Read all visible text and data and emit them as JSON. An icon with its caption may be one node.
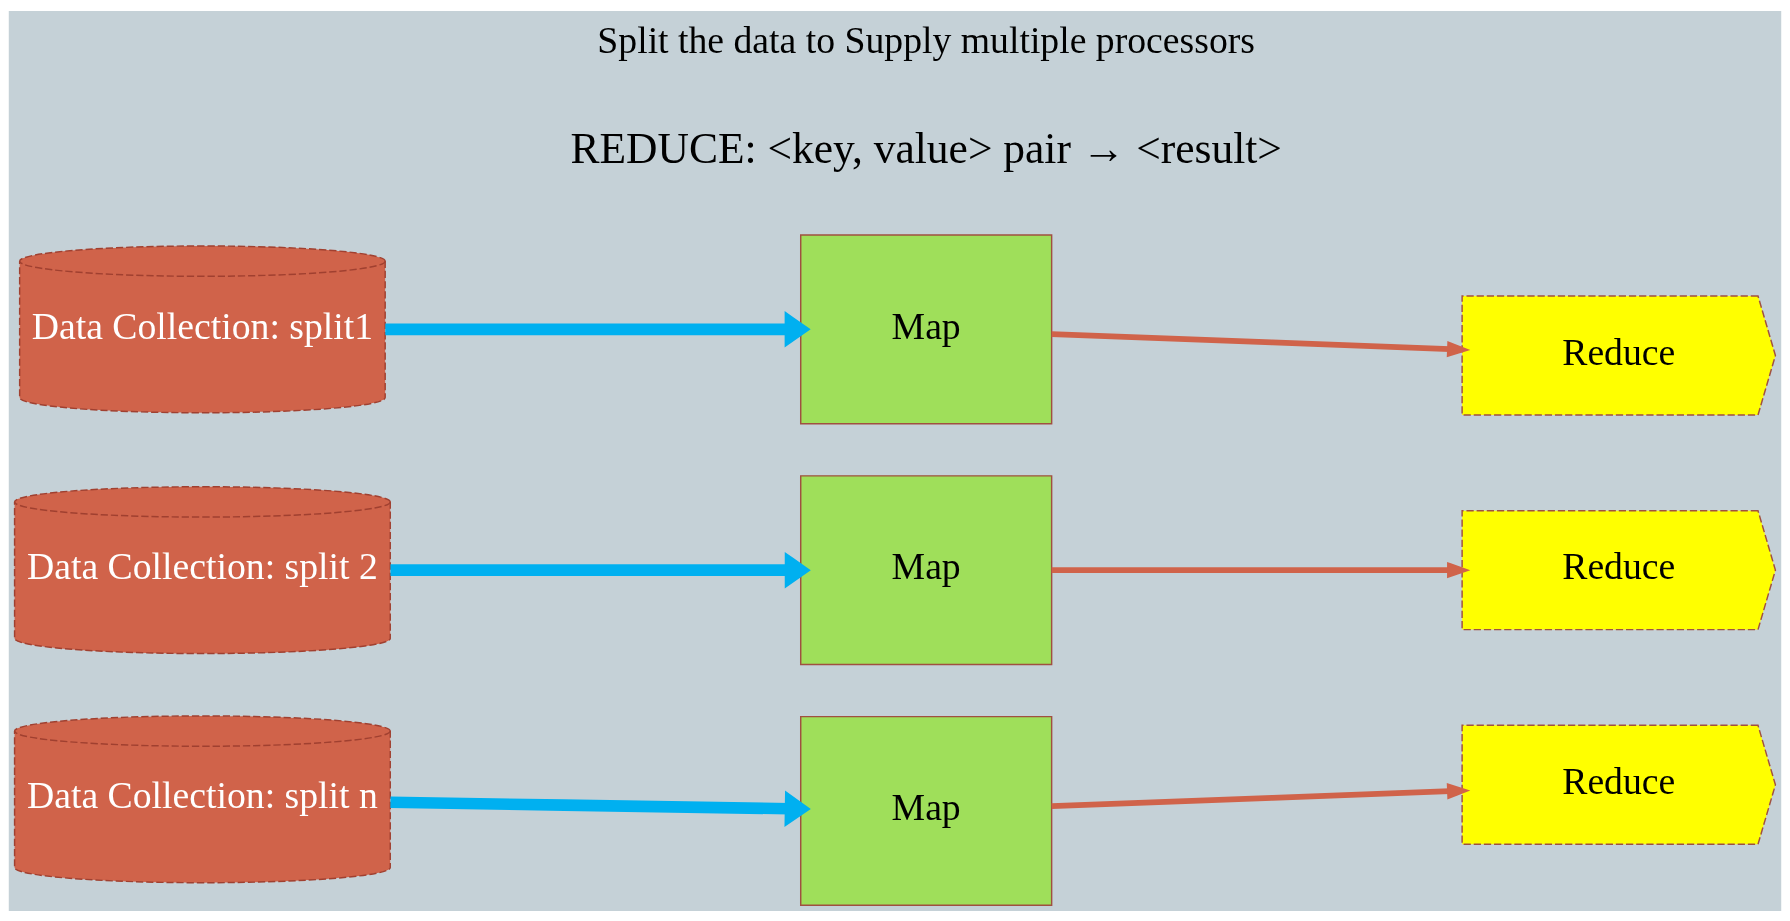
{
  "diagram": {
    "nodes": [
      {
        "text": [
          "Data Collection: split1"
        ]
      },
      {
        "text": [
          "Data Collection: split 2"
        ]
      },
      {
        "text": [
          "Data Collection: split n"
        ]
      },
      {
        "text": [
          "Map"
        ]
      },
      {
        "text": [
          "Map"
        ]
      },
      {
        "text": [
          "Map"
        ]
      },
      {
        "text": [
          "Reduce"
        ]
      },
      {
        "text": [
          "Reduce"
        ]
      },
      {
        "text": [
          "Reduce"
        ]
      }
    ],
    "edges": [
      {
        "from": 0,
        "to": 3,
        "arrow": "to",
        "style": "thick",
        "color": "#00b0f0"
      },
      {
        "from": 1,
        "to": 4,
        "arrow": "to",
        "style": "thick",
        "color": "#00b0f0"
      },
      {
        "from": 2,
        "to": 5,
        "arrow": "to",
        "style": "thick",
        "color": "#00b0f0"
      },
      {
        "from": 3,
        "to": 6,
        "arrow": "to",
        "color": "#d0634a"
      },
      {
        "from": 4,
        "to": 7,
        "arrow": "to",
        "color": "#d0634a"
      },
      {
        "from": 5,
        "to": 8,
        "arrow": "to",
        "color": "#d0634a"
      }
    ],
    "labels": [
      "REDUCE: <key, value> pair → <result>",
      "Split the data to Supply multiple processors"
    ]
  }
}
